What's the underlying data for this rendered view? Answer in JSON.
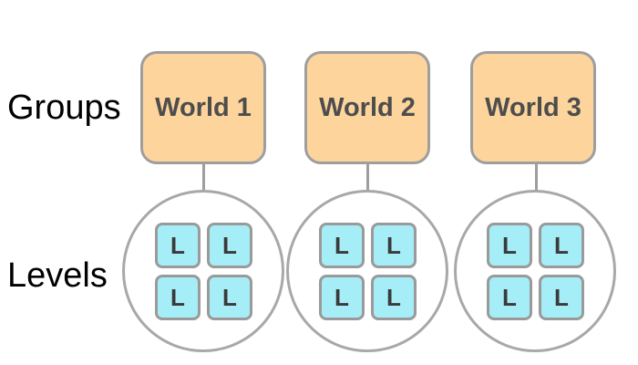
{
  "labels": {
    "groups": "Groups",
    "levels": "Levels"
  },
  "colors": {
    "group_fill": "#fdd59c",
    "group_border": "#9e9e9e",
    "level_fill": "#a6eef7",
    "circle_border": "#a8a8a8",
    "connector": "#9e9e9e"
  },
  "worlds": [
    {
      "title": "World 1",
      "levels": [
        "L",
        "L",
        "L",
        "L"
      ]
    },
    {
      "title": "World 2",
      "levels": [
        "L",
        "L",
        "L",
        "L"
      ]
    },
    {
      "title": "World 3",
      "levels": [
        "L",
        "L",
        "L",
        "L"
      ]
    }
  ]
}
